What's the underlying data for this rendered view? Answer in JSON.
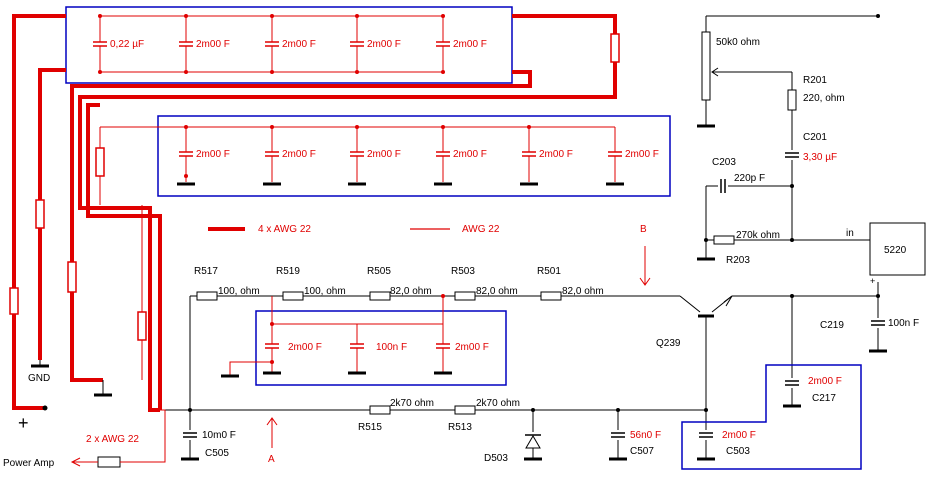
{
  "colors": {
    "red": "#e00000",
    "blue": "#0000c0",
    "black": "#000000",
    "background": "#ffffff"
  },
  "legend": {
    "thick": "4 x AWG 22",
    "thin": "AWG 22",
    "power_amp_wire": "2 x AWG 22"
  },
  "terminals": {
    "gnd": "GND",
    "plus": "+",
    "power_amp": "Power Amp",
    "in": "in",
    "plus_small": "+"
  },
  "probes": {
    "a": "A",
    "b": "B"
  },
  "box1_caps": [
    "0,22 µF",
    "2m00 F",
    "2m00 F",
    "2m00 F",
    "2m00 F"
  ],
  "box2_caps": [
    "2m00 F",
    "2m00 F",
    "2m00 F",
    "2m00 F",
    "2m00 F",
    "2m00 F"
  ],
  "box3_caps": [
    "2m00 F",
    "100n F",
    "2m00 F"
  ],
  "resistors": {
    "r517": {
      "name": "R517",
      "value": "100, ohm"
    },
    "r519": {
      "name": "R519",
      "value": "100, ohm"
    },
    "r505": {
      "name": "R505",
      "value": "82,0 ohm"
    },
    "r503": {
      "name": "R503",
      "value": "82,0 ohm"
    },
    "r501": {
      "name": "R501",
      "value": "82,0 ohm"
    },
    "r515": {
      "name": "R515",
      "value": "2k70 ohm"
    },
    "r513": {
      "name": "R513",
      "value": "2k70 ohm"
    },
    "pot": {
      "value": "50k0 ohm"
    },
    "r201": {
      "name": "R201",
      "value": "220, ohm"
    },
    "r203": {
      "name": "R203",
      "value": "270k ohm"
    }
  },
  "capacitors": {
    "c505": {
      "name": "C505",
      "value": "10m0 F"
    },
    "c507": {
      "name": "C507",
      "value": "56n0 F"
    },
    "c503": {
      "name": "C503",
      "value": "2m00 F"
    },
    "c217": {
      "name": "C217",
      "value": "2m00 F"
    },
    "c219": {
      "name": "C219",
      "value": "100n F"
    },
    "c201": {
      "name": "C201",
      "value": "3,30 µF"
    },
    "c203": {
      "name": "C203",
      "value": "220p F"
    }
  },
  "semis": {
    "d503": "D503",
    "q239": "Q239",
    "ic": "5220"
  }
}
